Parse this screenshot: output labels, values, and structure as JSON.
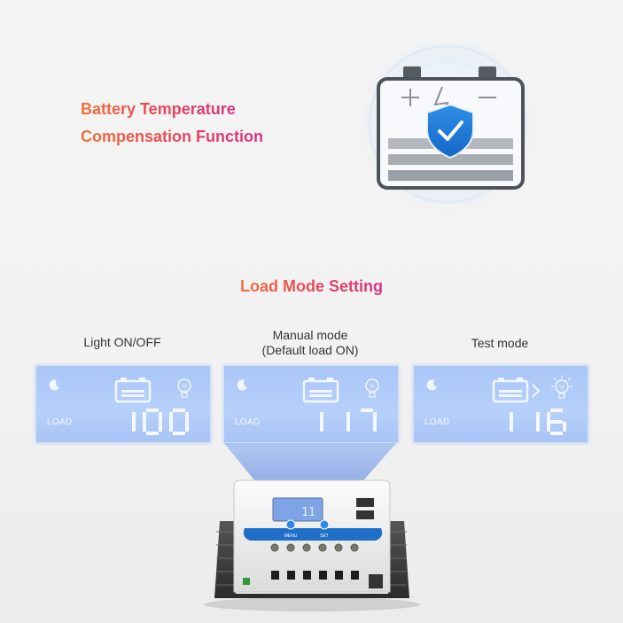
{
  "feature": {
    "title_line1": "Battery Temperature",
    "title_line2": "Compensation Function",
    "icon": "battery-shield-check-icon"
  },
  "section": {
    "title": "Load Mode Setting"
  },
  "modes": [
    {
      "label_line1": "Light ON/OFF",
      "label_line2": "",
      "load_text": "LOAD",
      "display_value": "100",
      "status_icon": "bulb-off-icon"
    },
    {
      "label_line1": "Manual mode",
      "label_line2": "(Default load ON)",
      "load_text": "LOAD",
      "display_value": "117",
      "status_icon": "bulb-off-icon"
    },
    {
      "label_line1": "Test mode",
      "label_line2": "",
      "load_text": "LOAD",
      "display_value": "116",
      "status_icon": "bulb-on-icon"
    }
  ],
  "device": {
    "menu_label": "MENU",
    "set_label": "SET",
    "screen_value": "11"
  },
  "colors": {
    "title_gradient_start": "#f2703a",
    "title_gradient_end": "#d63384",
    "lcd_blue": "#b2ccf9",
    "button_blue": "#1f7ed6"
  }
}
